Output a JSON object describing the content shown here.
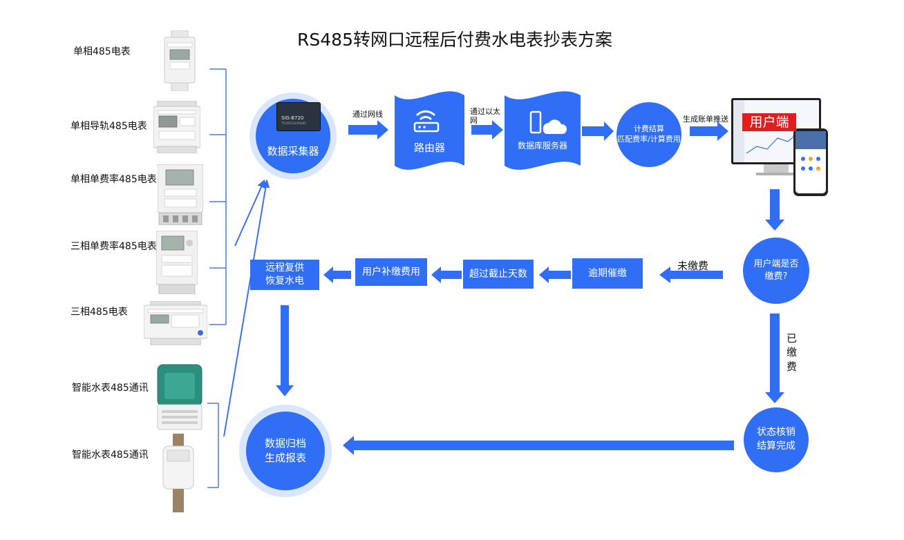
{
  "title": "RS485转网口远程后付费水电表抄表方案",
  "meters": [
    {
      "label": "单相485电表"
    },
    {
      "label": "单相导轨485电表"
    },
    {
      "label": "单相单费率485电表"
    },
    {
      "label": "三相单费率485电表"
    },
    {
      "label": "三相485电表"
    },
    {
      "label": "智能水表485通讯"
    },
    {
      "label": "智能水表485通讯"
    }
  ],
  "collector": {
    "label": "数据采集器",
    "device_name": "SIG-B720",
    "device_sub": "TTL/RS232/RS485"
  },
  "edge_network_cable": "通过网线",
  "router": {
    "label": "路由器"
  },
  "edge_ethernet": "通过以太网",
  "db_server": {
    "label": "数据库服务器"
  },
  "billing": {
    "line1": "计费结算",
    "line2": "匹配费率/计算费用"
  },
  "edge_push": "生成账单推送",
  "user_end": {
    "badge": "用户端"
  },
  "pay_check": {
    "line1": "用户端是否",
    "line2": "缴费?"
  },
  "unpaid_label": "未缴费",
  "paid_label": "已缴费",
  "overdue": {
    "label": "逾期催缴"
  },
  "over_deadline": {
    "label": "超过截止天数"
  },
  "user_pay": {
    "label": "用户补缴费用"
  },
  "restore": {
    "line1": "远程复供",
    "line2": "恢复水电"
  },
  "status": {
    "line1": "状态核销",
    "line2": "结算完成"
  },
  "archive": {
    "line1": "数据归档",
    "line2": "生成报表"
  },
  "colors": {
    "primary": "#2f6ef5",
    "halo": "#d9e6fd",
    "bracket": "#4a78e0"
  }
}
